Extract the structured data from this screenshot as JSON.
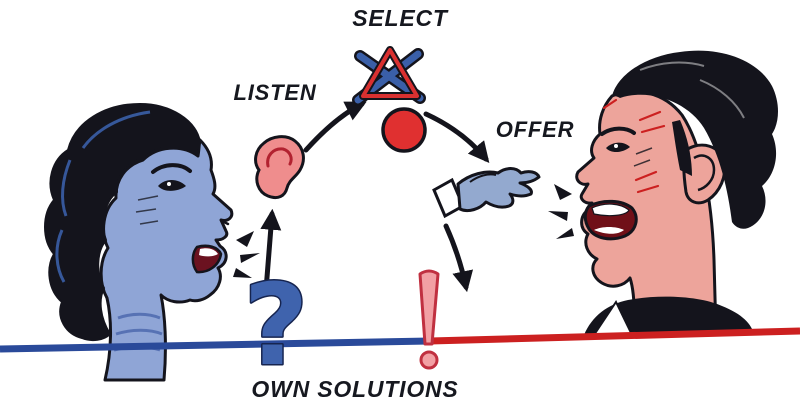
{
  "page": {
    "type": "communication-process-diagram",
    "background": "#ffffff"
  },
  "labels": {
    "select": "SELECT",
    "listen": "LISTEN",
    "offer": "OFFER",
    "own_solutions": "OWN SOLUTIONS"
  },
  "symbols": {
    "question_mark": "?",
    "exclamation_mark": "!"
  },
  "figures": {
    "left": "listener-woman-profile-blue",
    "right": "speaker-man-profile-red"
  },
  "colors": {
    "figure_blue": "#8fa5d6",
    "figure_pink": "#eda49b",
    "hair_black": "#14141c",
    "accent_red": "#d93030",
    "accent_blue": "#3a5fa8",
    "question_blue": "#3f63ad",
    "exclamation_pink": "#f2a0a4",
    "baseline_blue": "#2a4a9a",
    "baseline_red": "#cc2020",
    "text": "#16181f"
  }
}
